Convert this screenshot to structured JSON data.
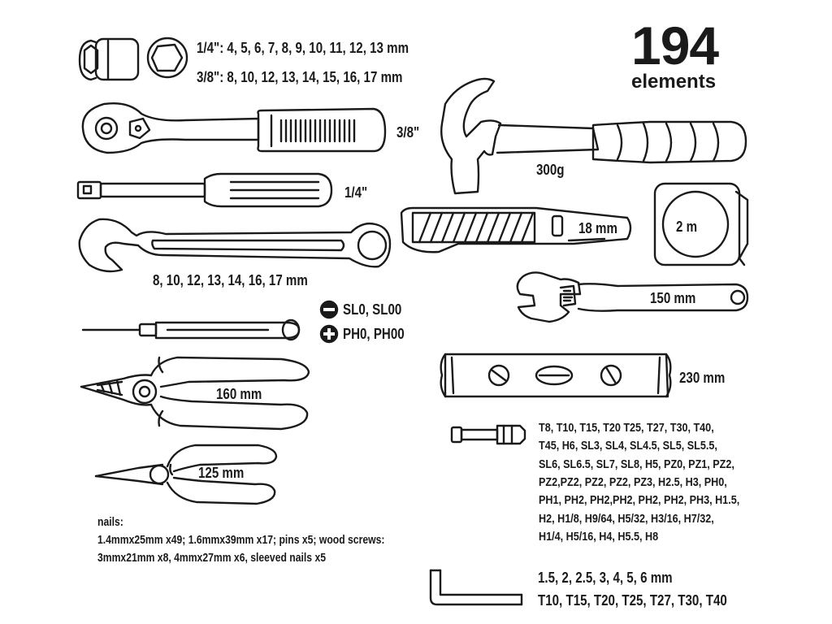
{
  "headline": {
    "count": "194",
    "unit": "elements"
  },
  "sockets": {
    "quarter": "1/4\": 4, 5, 6, 7, 8, 9, 10, 11, 12, 13 mm",
    "three_eighths": "3/8\": 8, 10, 12, 13, 14, 15, 16, 17 mm"
  },
  "ratchet_size": "3/8\"",
  "spinner_size": "1/4\"",
  "combination_wrench_sizes": "8, 10, 12, 13, 14, 16, 17 mm",
  "precision_screwdrivers": {
    "slotted": "SL0, SL00",
    "phillips": "PH0, PH00"
  },
  "pliers_combination": "160 mm",
  "pliers_needle": "125 mm",
  "nails": {
    "title": "nails:",
    "line1": "1.4mmx25mm x49; 1.6mmx39mm x17; pins x5; wood screws:",
    "line2": "3mmx21mm x8, 4mmx27mm x6, sleeved nails x5"
  },
  "hammer_weight": "300g",
  "utility_knife": "18 mm",
  "tape_measure": "2 m",
  "adjustable_wrench": "150 mm",
  "spirit_level": "230 mm",
  "bits": [
    "T8, T10, T15, T20 T25, T27, T30, T40,",
    "T45, H6, SL3, SL4, SL4.5, SL5, SL5.5,",
    "SL6, SL6.5, SL7, SL8, H5, PZ0, PZ1, PZ2,",
    "PZ2,PZ2, PZ2, PZ2, PZ3, H2.5, H3, PH0,",
    "PH1, PH2, PH2,PH2, PH2, PH2, PH3, H1.5,",
    "H2, H1/8, H9/64, H5/32, H3/16, H7/32,",
    "H1/4, H5/16, H4, H5.5, H8"
  ],
  "hex_keys": {
    "metric": "1.5, 2, 2.5, 3, 4, 5, 6 mm",
    "torx": "T10, T15, T20, T25, T27, T30, T40"
  },
  "colors": {
    "ink": "#1a1a1a",
    "background": "#ffffff"
  }
}
